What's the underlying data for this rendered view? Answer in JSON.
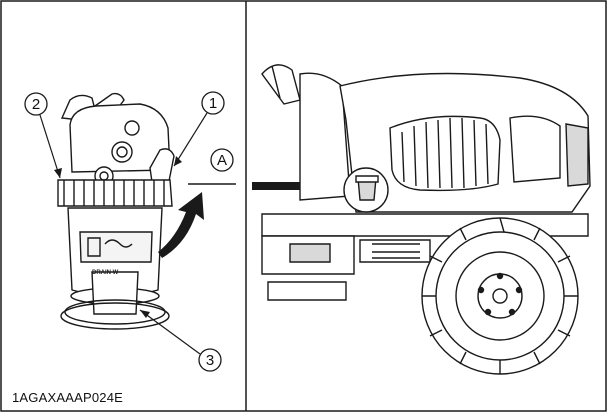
{
  "figure": {
    "callouts": {
      "one": "1",
      "two": "2",
      "three": "3",
      "view_a": "A"
    },
    "bowl_label": "DRAIN W",
    "figure_code": "1AGAXAAAP024E",
    "colors": {
      "line": "#1a1a1a",
      "background": "#ffffff",
      "shade": "#d9d9d9"
    }
  }
}
